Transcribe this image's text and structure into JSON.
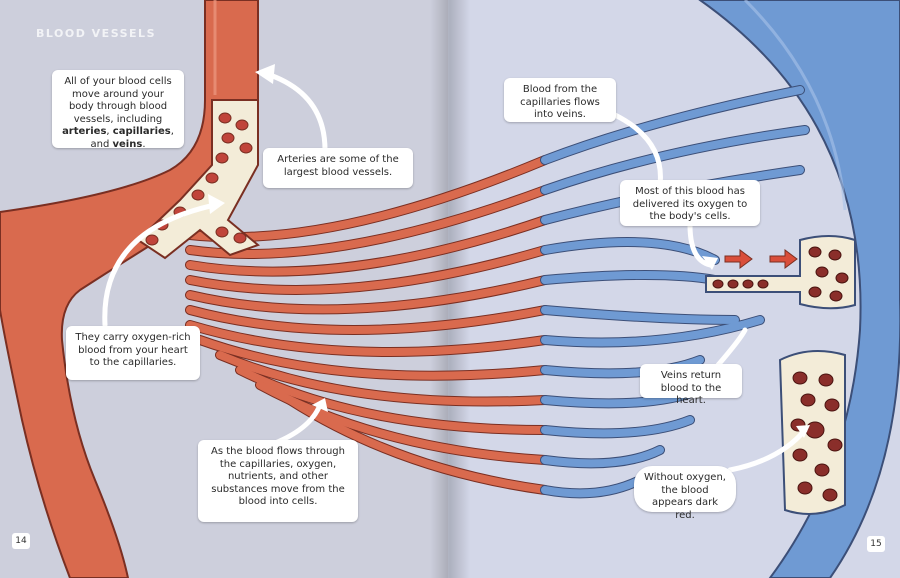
{
  "section_title": "BLOOD VESSELS",
  "left_page": {
    "page_number": "14",
    "callouts": {
      "intro_pre": "All of your blood cells move around your body through blood vessels, including ",
      "intro_b1": "arteries",
      "intro_sep1": ", ",
      "intro_b2": "capillaries",
      "intro_sep2": ", and ",
      "intro_b3": "veins",
      "intro_end": ".",
      "arteries": "Arteries are some of the largest blood vessels.",
      "carry": "They carry oxygen-rich blood from your heart to the capillaries.",
      "flows": "As the blood flows through the capillaries, oxygen, nutrients, and other substances move from the blood into cells."
    }
  },
  "right_page": {
    "page_number": "15",
    "callouts": {
      "capillaries_to_veins": "Blood from the capillaries flows into veins.",
      "delivered": "Most of this blood has delivered its oxygen to the body's cells.",
      "veins_return": "Veins return blood to the heart.",
      "without_oxygen": "Without oxygen, the blood appears dark red."
    }
  },
  "colors": {
    "artery": "#d96a4e",
    "vein": "#6f9ad3",
    "page_left": "#cfd0dc",
    "page_right": "#d4d8e8"
  }
}
